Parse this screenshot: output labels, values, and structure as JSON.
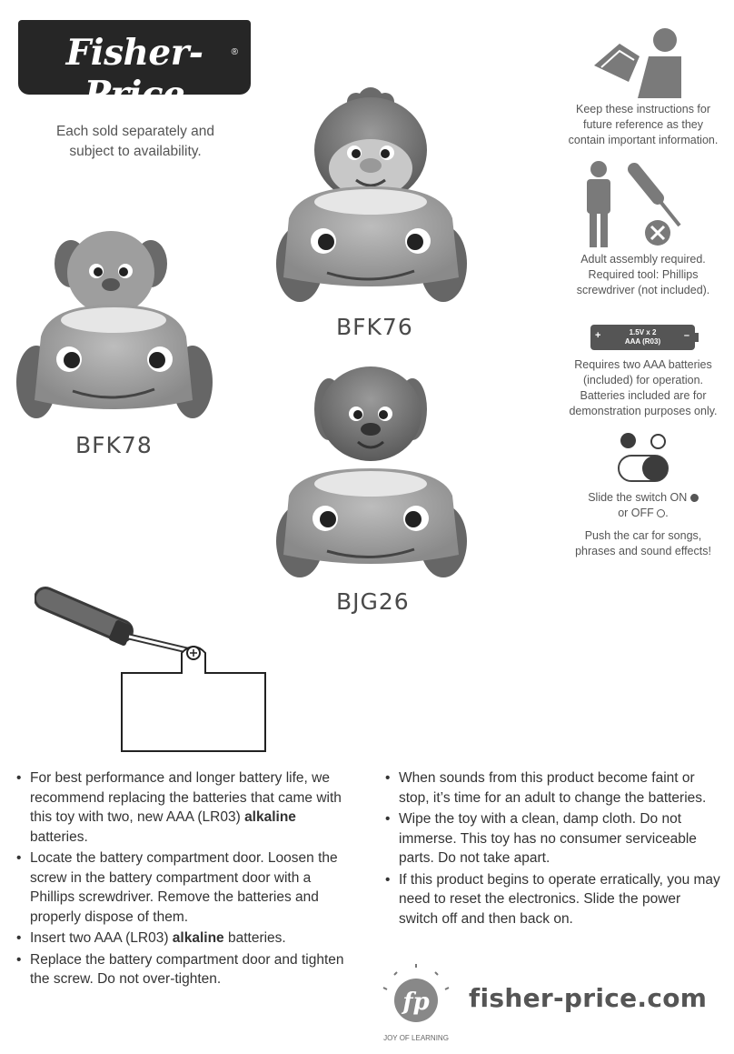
{
  "brand": {
    "logo_text": "Fisher-Price",
    "reg_mark": "®"
  },
  "sold_note": {
    "line1": "Each sold separately and",
    "line2": "subject to availability."
  },
  "products": [
    {
      "code": "BFK76"
    },
    {
      "code": "BFK78"
    },
    {
      "code": "BJG26"
    }
  ],
  "sidebar": {
    "keep_instructions": [
      "Keep these instructions for",
      "future reference as they",
      "contain important information."
    ],
    "adult_assembly": [
      "Adult assembly required.",
      "Required tool: Phillips",
      "screwdriver (not included)."
    ],
    "battery_label": {
      "line1": "1.5V x 2",
      "line2": "AAA (R03)",
      "plus": "+",
      "minus": "–"
    },
    "battery_text": [
      "Requires two AAA batteries",
      "(included) for operation.",
      "Batteries included are for",
      "demonstration purposes only."
    ],
    "switch_text": {
      "on_prefix": "Slide the switch ON",
      "off_prefix": "or OFF",
      "off_suffix": "."
    },
    "push_text": [
      "Push the car for songs,",
      "phrases and sound effects!"
    ]
  },
  "instructions_left": [
    {
      "parts": [
        "For best performance and longer battery life, we recommend replacing the batteries that came with this toy with two, new AAA (LR03) ",
        "alkaline",
        " batteries."
      ]
    },
    {
      "parts": [
        "Locate the battery compartment door. Loosen the screw in the battery compartment door with a Phillips screwdriver. Remove the batteries and properly dispose of them.",
        "",
        ""
      ]
    },
    {
      "parts": [
        "Insert two AAA (LR03) ",
        "alkaline",
        " batteries."
      ]
    },
    {
      "parts": [
        "Replace the battery compartment door and tighten the screw. Do not over-tighten.",
        "",
        ""
      ]
    }
  ],
  "instructions_right": [
    "When sounds from this product become faint or stop, it’s time for an adult to change the batteries.",
    "Wipe the toy with a clean, damp cloth. Do not immerse. This toy has no consumer serviceable parts. Do not take apart.",
    "If this product begins to operate erratically, you may need to reset the electronics. Slide the power switch off and then back on."
  ],
  "footer": {
    "badge_initials": "fp",
    "badge_ring": "JOY OF LEARNING",
    "url": "fisher-price.com"
  },
  "colors": {
    "logo_bg": "#262626",
    "text": "#3a3a3a",
    "icon_gray": "#7a7a7a"
  }
}
